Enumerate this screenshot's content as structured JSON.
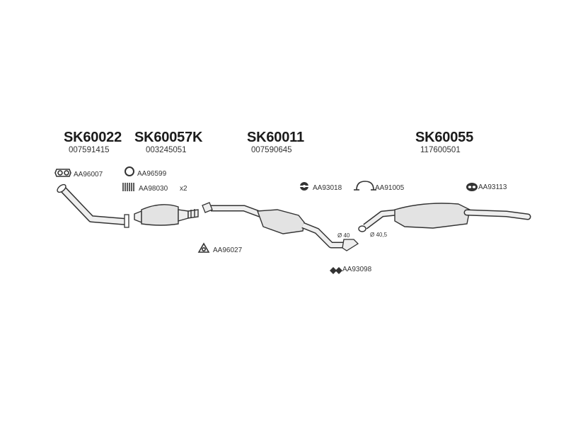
{
  "groups": [
    {
      "code": "SK60022",
      "ref": "007591415"
    },
    {
      "code": "SK60057K",
      "ref": "003245051"
    },
    {
      "code": "SK60011",
      "ref": "007590645"
    },
    {
      "code": "SK60055",
      "ref": "117600501"
    }
  ],
  "accessories": {
    "gasket_a": "AA96007",
    "ring": "AA96599",
    "spring": "AA98030",
    "spring_qty": "x2",
    "flange_seal": "AA96027",
    "hanger": "AA93018",
    "clamp": "AA91005",
    "rubber_mount": "AA93113",
    "joint": "AA93098"
  },
  "dimensions": {
    "d1": "Ø 40",
    "d2": "Ø 40,5"
  },
  "colors": {
    "stroke": "#333333",
    "fill": "#e6e6e6",
    "text": "#1b1b1b"
  }
}
